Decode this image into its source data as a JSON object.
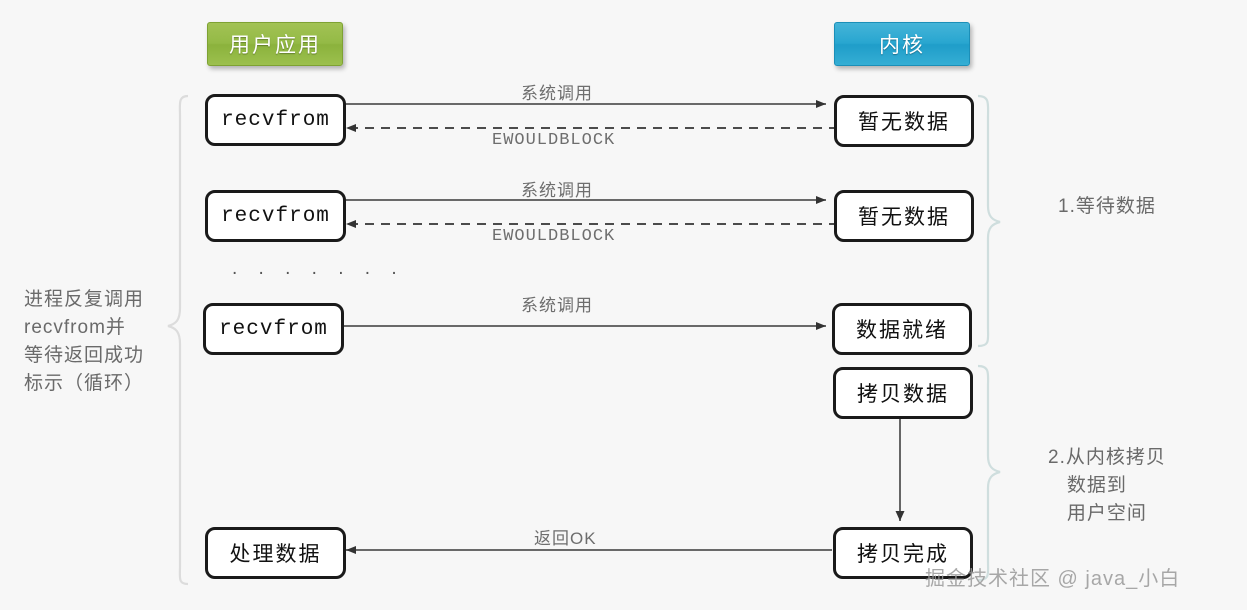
{
  "diagram": {
    "title_pills": [
      {
        "id": "user-app",
        "label": "用户应用",
        "color": "#94ba46"
      },
      {
        "id": "kernel",
        "label": "内核",
        "color": "#28a6d0"
      }
    ],
    "nodes": {
      "recvfrom_1": "recvfrom",
      "recvfrom_2": "recvfrom",
      "recvfrom_3": "recvfrom",
      "process_data": "处理数据",
      "no_data_1": "暂无数据",
      "no_data_2": "暂无数据",
      "data_ready": "数据就绪",
      "copy_data": "拷贝数据",
      "copy_done": "拷贝完成"
    },
    "edge_labels": {
      "syscall_1": "系统调用",
      "ewouldblock_1": "EWOULDBLOCK",
      "syscall_2": "系统调用",
      "ewouldblock_2": "EWOULDBLOCK",
      "syscall_3": "系统调用",
      "return_ok": "返回OK"
    },
    "ellipsis": ". . . . . . .",
    "annotations": {
      "left": "进程反复调用\nrecvfrom并\n等待返回成功\n标示（循环）",
      "right_1": "1.等待数据",
      "right_2": "2.从内核拷贝\n   数据到\n   用户空间"
    },
    "watermark": "掘金技术社区 @ java_小白",
    "colors": {
      "background": "#f7f7f7",
      "node_border": "#1a1a1a",
      "edge": "#555555",
      "label_text": "#6e6e6e",
      "brace": "#c8d8d8"
    }
  }
}
